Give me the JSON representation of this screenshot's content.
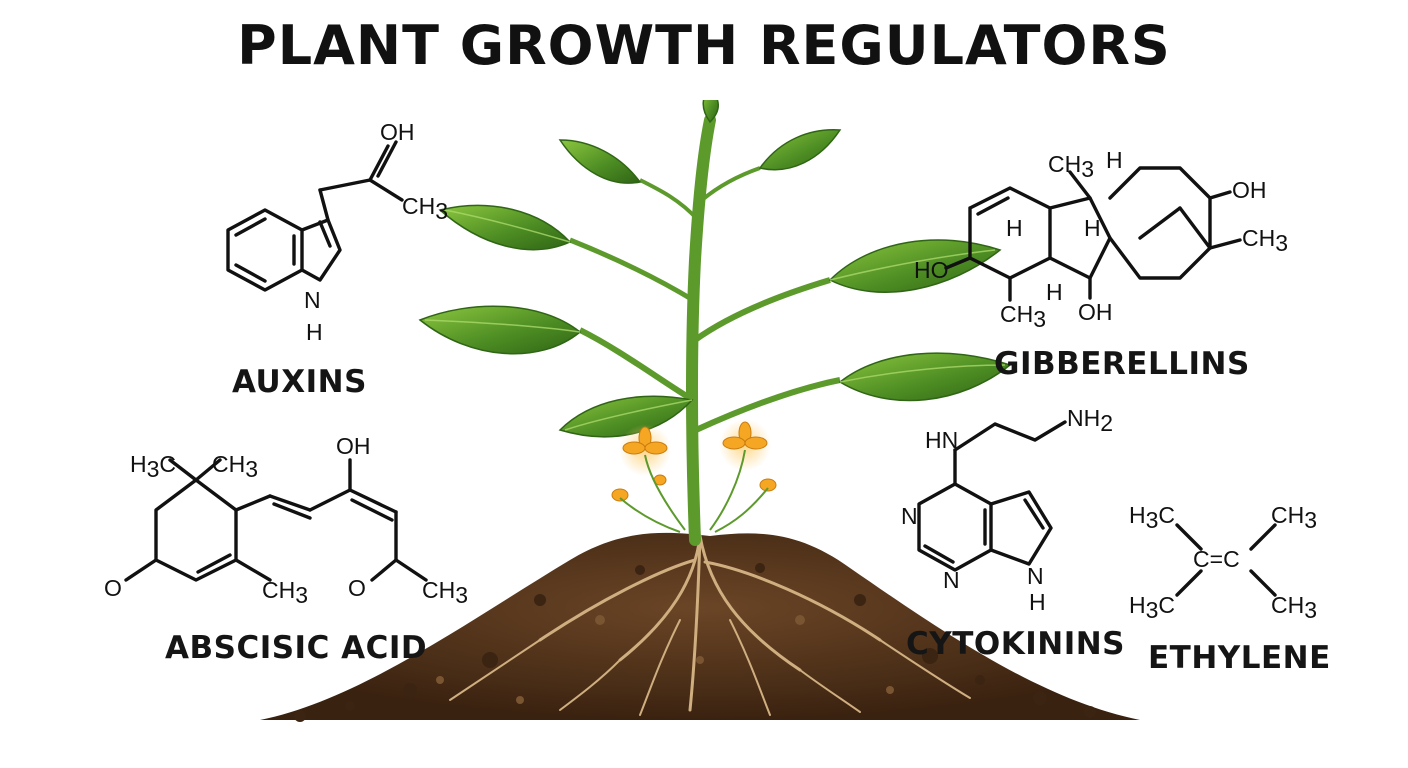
{
  "title": "PLANT GROWTH REGULATORS",
  "hormones": {
    "auxins": {
      "name": "AUXINS",
      "atoms": {
        "oh": "OH",
        "ch3": "CH",
        "n": "N",
        "h": "H"
      }
    },
    "gibberellins": {
      "name": "GIBBERELLINS",
      "atoms": {
        "ch3_top": "CH",
        "h_top": "H",
        "oh_right": "OH",
        "ch3_right": "CH",
        "ho_left": "HO",
        "h_mid1": "H",
        "h_mid2": "H",
        "h_low": "H",
        "ch3_low": "CH",
        "oh_low": "OH"
      }
    },
    "abscisic_acid": {
      "name": "ABSCISIC ACID",
      "atoms": {
        "h3c": "H",
        "c_after_h3": "C",
        "ch3_top": "CH",
        "oh": "OH",
        "o_left": "O",
        "ch3_ring": "CH",
        "o_right": "O",
        "ch3_end": "CH"
      }
    },
    "cytokinins": {
      "name": "CYTOKININS",
      "atoms": {
        "hn": "HN",
        "nh2": "NH",
        "n1": "N",
        "n2": "N",
        "n3": "N",
        "h": "H"
      }
    },
    "ethylene": {
      "name": "ETHYLENE",
      "atoms": {
        "h3c_tl": "H",
        "c_tl": "C",
        "ch3_tr": "CH",
        "h3c_bl": "H",
        "c_bl": "C",
        "ch3_br": "CH",
        "c_left": "C",
        "double_bond": "=",
        "c_right": "C"
      }
    },
    "subscripts": {
      "three": "3",
      "two": "2"
    }
  },
  "colors": {
    "ink": "#111111",
    "leaf": "#4f8f24",
    "leaf_light": "#8cc63f",
    "stem": "#5d9a2c",
    "soil": "#5a3a20",
    "soil_dark": "#3b2412",
    "root": "#c9a77a",
    "flower": "#f5a623"
  }
}
